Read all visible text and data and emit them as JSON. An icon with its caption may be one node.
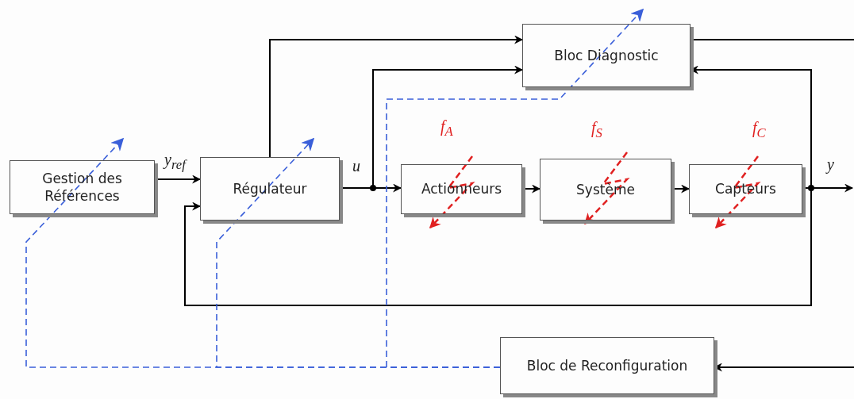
{
  "diagram": {
    "nodes": [
      {
        "text": [
          "Gestion des Références"
        ]
      },
      {
        "text": [
          "Régulateur"
        ]
      },
      {
        "text": [
          "Bloc Diagnostic"
        ]
      },
      {
        "text": [
          "Actionneurs"
        ],
        "beside": [
          "f$_{A}$"
        ]
      },
      {
        "text": [
          "Système"
        ],
        "beside": [
          "f$_{S}$"
        ]
      },
      {
        "text": [
          "Capteurs"
        ],
        "beside": [
          "f$_{C}$"
        ]
      },
      {
        "text": [
          "Bloc de Reconfiguration"
        ]
      }
    ],
    "edges": [
      {
        "from": 0,
        "to": 1,
        "arrow": "to",
        "label": "y$_{ref}$"
      },
      {
        "from": 1,
        "to": 3,
        "arrow": "to",
        "label": "u"
      },
      {
        "from": 1,
        "to": 2,
        "arrow": "to"
      },
      {
        "from": 1,
        "to": 2,
        "arrow": "to"
      },
      {
        "from": 3,
        "to": 4,
        "arrow": "to"
      },
      {
        "from": 4,
        "to": 5,
        "arrow": "to"
      },
      {
        "from": 5,
        "to": null,
        "arrow": "to",
        "label": "y"
      },
      {
        "from": 5,
        "to": 2,
        "arrow": "to"
      },
      {
        "from": 5,
        "to": 1,
        "arrow": "to"
      },
      {
        "from": 2,
        "to": null,
        "arrow": "none"
      },
      {
        "from": null,
        "to": 6,
        "arrow": "to"
      },
      {
        "from": 6,
        "to": 0,
        "arrow": "to",
        "style": "dashed",
        "color": "#3a5fd9"
      },
      {
        "from": 6,
        "to": 1,
        "arrow": "to",
        "style": "dashed",
        "color": "#3a5fd9"
      },
      {
        "from": 6,
        "to": 2,
        "arrow": "to",
        "style": "dashed",
        "color": "#3a5fd9"
      }
    ]
  }
}
